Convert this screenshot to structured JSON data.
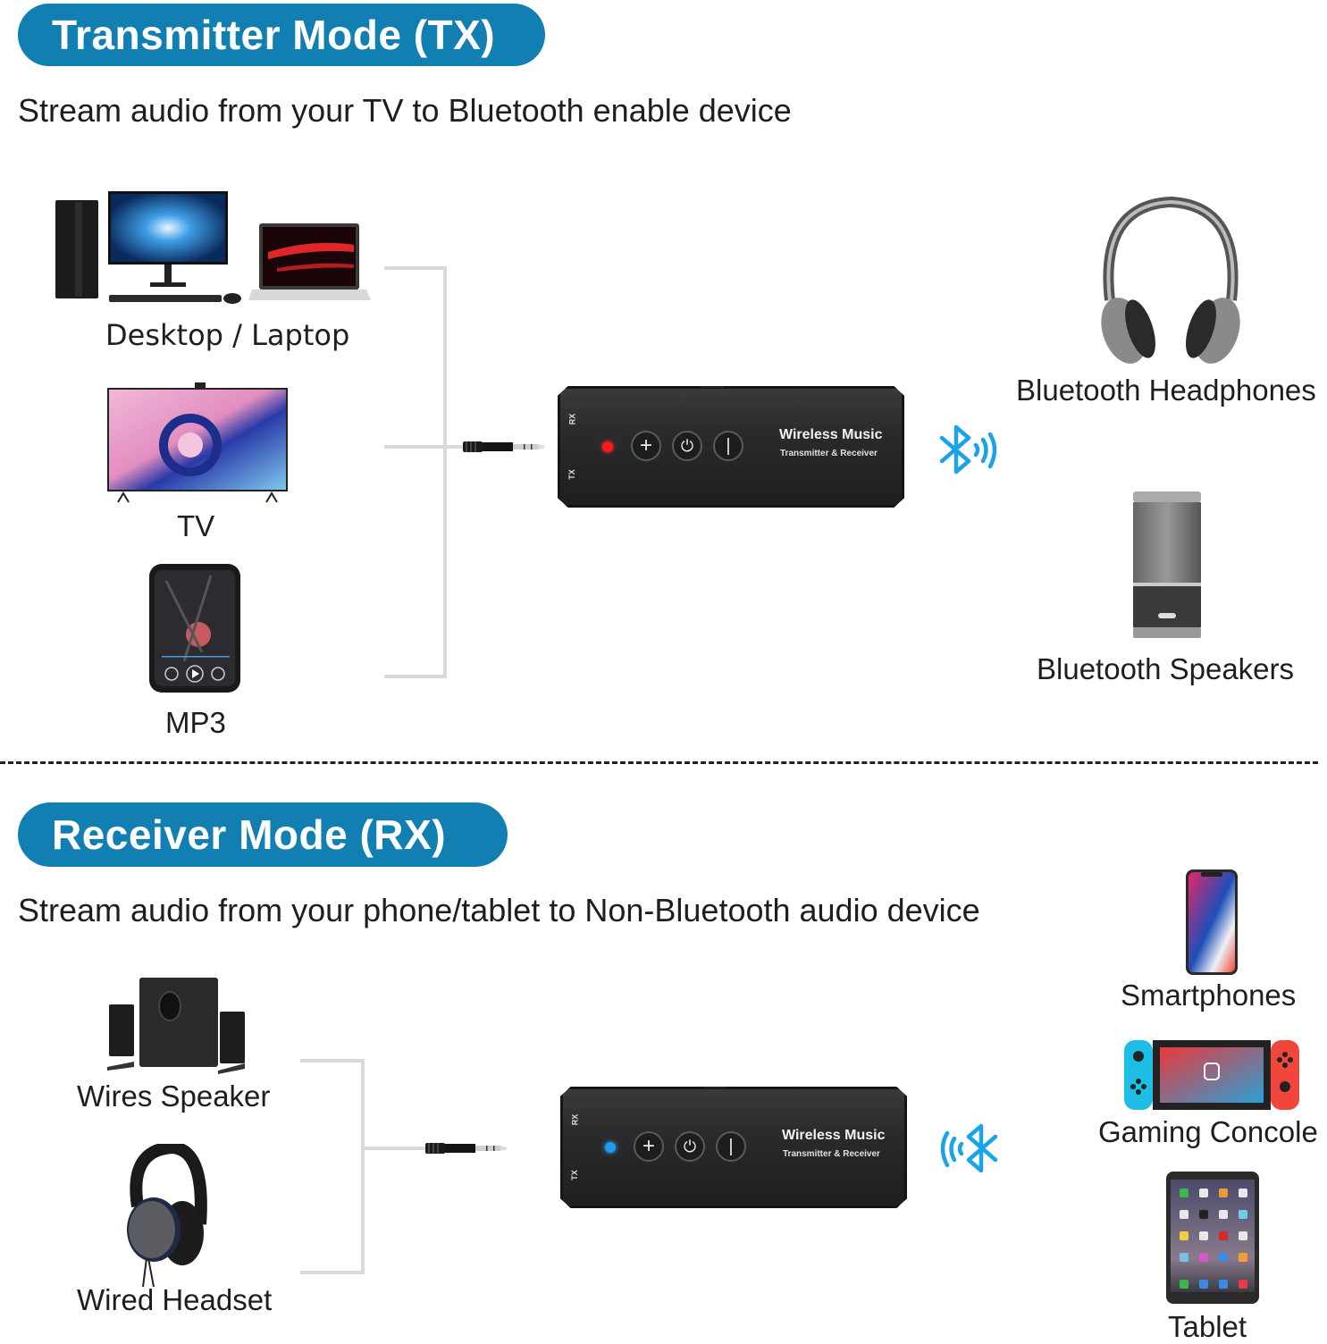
{
  "tx_section": {
    "title": "Transmitter Mode (TX)",
    "subtitle": "Stream audio from your TV to Bluetooth enable device",
    "sources": [
      {
        "label": "Desktop / Laptop",
        "icon": "desktop-laptop-icon"
      },
      {
        "label": "TV",
        "icon": "tv-icon"
      },
      {
        "label": "MP3",
        "icon": "mp3-player-icon"
      }
    ],
    "targets": [
      {
        "label": "Bluetooth Headphones",
        "icon": "headphones-icon"
      },
      {
        "label": "Bluetooth Speakers",
        "icon": "speaker-icon"
      }
    ],
    "device": {
      "brand": "Wireless Music",
      "brand_sub": "Transmitter & Receiver",
      "rx_label": "RX",
      "tx_label": "TX",
      "led_color": "#ff1a1a",
      "buttons": [
        "+",
        "⏻",
        "|"
      ]
    },
    "bluetooth_icon": "bluetooth-transmit-icon"
  },
  "rx_section": {
    "title": "Receiver Mode (RX)",
    "subtitle": "Stream audio from your phone/tablet to Non-Bluetooth audio device",
    "outputs": [
      {
        "label": "Wires Speaker",
        "icon": "wired-speaker-icon"
      },
      {
        "label": "Wired Headset",
        "icon": "wired-headset-icon"
      }
    ],
    "sources": [
      {
        "label": "Smartphones",
        "icon": "smartphone-icon"
      },
      {
        "label": "Gaming Concole",
        "icon": "game-console-icon"
      },
      {
        "label": "Tablet",
        "icon": "tablet-icon"
      }
    ],
    "device": {
      "brand": "Wireless Music",
      "brand_sub": "Transmitter & Receiver",
      "rx_label": "RX",
      "tx_label": "TX",
      "led_color": "#1f9cf0",
      "buttons": [
        "+",
        "⏻",
        "|"
      ]
    },
    "bluetooth_icon": "bluetooth-receive-icon"
  },
  "colors": {
    "accent": "#127fb3",
    "bluetooth": "#1aa3e8",
    "connector_line": "#d9d9d9"
  }
}
